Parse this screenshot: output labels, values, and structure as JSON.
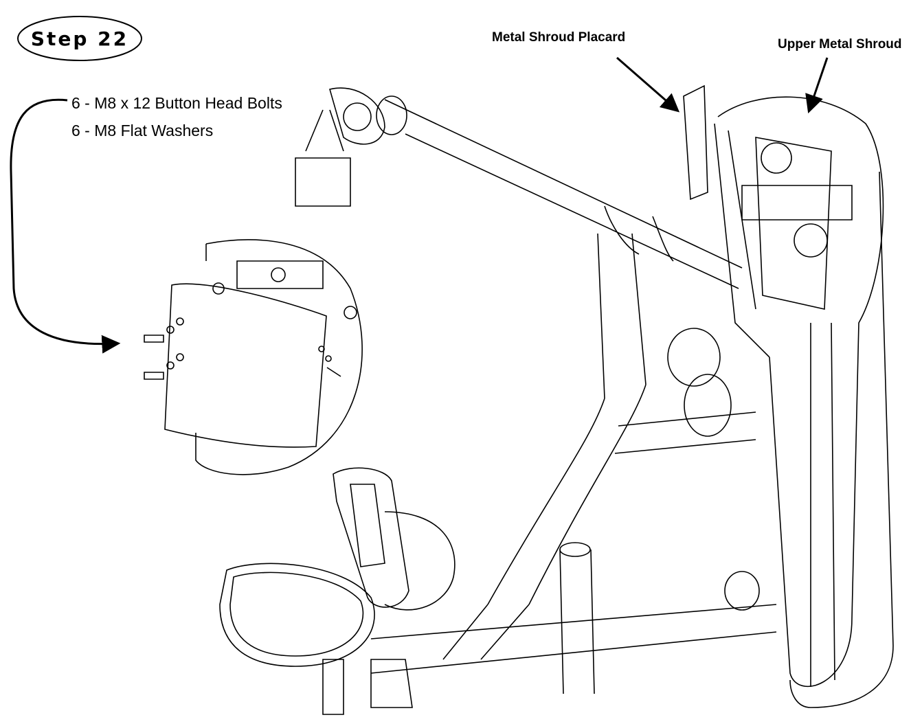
{
  "step": {
    "label": "Step 22"
  },
  "parts": [
    "6 - M8 x 12 Button Head Bolts",
    "6 - M8 Flat Washers"
  ],
  "callouts": {
    "placard": "Metal Shroud Placard",
    "upper_shroud": "Upper Metal Shroud"
  }
}
